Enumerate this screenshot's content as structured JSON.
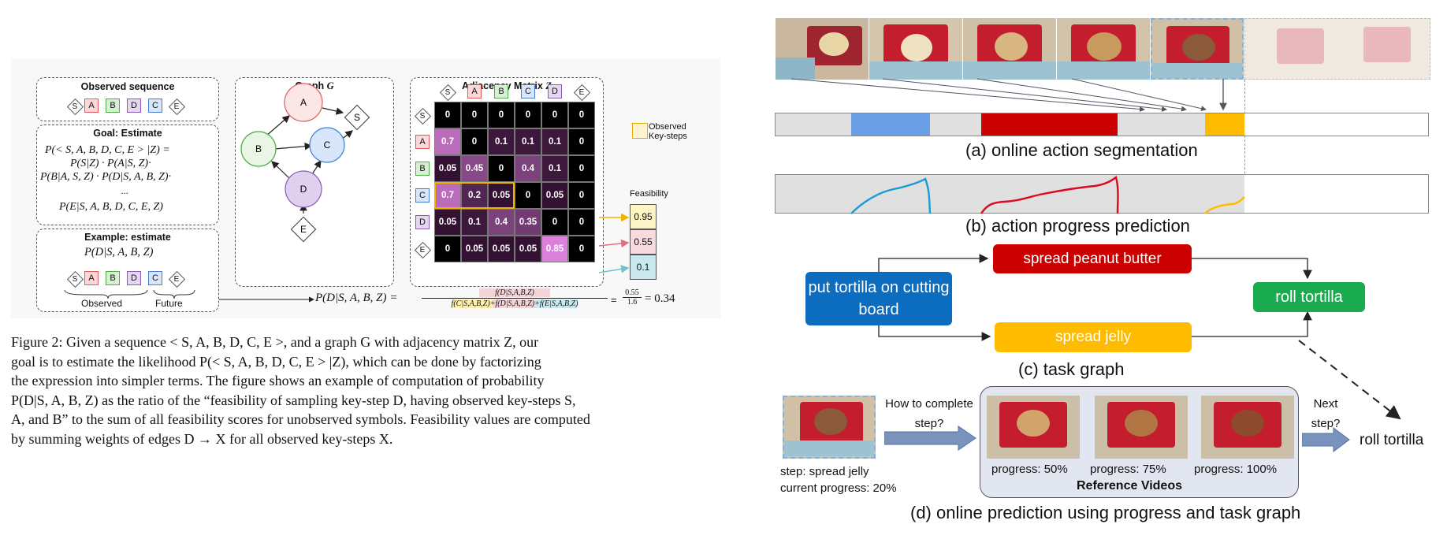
{
  "left_figure": {
    "observed_panel": {
      "title": "Observed sequence",
      "symbols": [
        "S",
        "A",
        "B",
        "D",
        "C",
        "E"
      ]
    },
    "goal_panel": {
      "title": "Goal: Estimate",
      "eq_lines": [
        "P(< S, A, B, D, C, E > |Z) =",
        "P(S|Z) · P(A|S, Z)·",
        "P(B|A, S, Z) · P(D|S, A, B, Z)·",
        "...",
        "P(E|S, A, B, D, C, E, Z)"
      ]
    },
    "example_panel": {
      "title": "Example: estimate",
      "eq": "P(D|S, A, B, Z)",
      "symbols": [
        "S",
        "A",
        "B",
        "D",
        "C",
        "E"
      ],
      "observed_label": "Observed",
      "future_label": "Future"
    },
    "graph_panel": {
      "title": "Graph ",
      "title_var": "G",
      "nodes": [
        "A",
        "B",
        "C",
        "D",
        "E",
        "S"
      ]
    },
    "matrix_panel": {
      "title": "Adjacency Matrix ",
      "title_var": "Z",
      "col_headers": [
        "S",
        "A",
        "B",
        "C",
        "D",
        "E"
      ],
      "row_headers": [
        "S",
        "A",
        "B",
        "C",
        "D",
        "E"
      ],
      "rows": [
        [
          "0",
          "0",
          "0",
          "0",
          "0",
          "0"
        ],
        [
          "0.7",
          "0",
          "0.1",
          "0.1",
          "0.1",
          "0"
        ],
        [
          "0.05",
          "0.45",
          "0",
          "0.4",
          "0.1",
          "0"
        ],
        [
          "0.7",
          "0.2",
          "0.05",
          "0",
          "0.05",
          "0"
        ],
        [
          "0.05",
          "0.1",
          "0.4",
          "0.35",
          "0",
          "0"
        ],
        [
          "0",
          "0.05",
          "0.05",
          "0.05",
          "0.85",
          "0"
        ]
      ],
      "legend": "Observed Key-steps"
    },
    "feasibility": {
      "title": "Feasibility",
      "values": [
        "0.95",
        "0.55",
        "0.1"
      ]
    },
    "formula": {
      "lhs": "P(D|S, A, B, Z) =",
      "numerator": "f(D|S,A,B,Z)",
      "denominator": "f(C|S,A,B,Z)+f(D|S,A,B,Z)+f(E|S,A,B,Z)",
      "ratio_num": "0.55",
      "ratio_den": "1.6",
      "result": "= 0.34"
    },
    "caption_lines": [
      "Figure 2: Given a sequence < S, A, B, D, C, E >, and a graph G with adjacency matrix Z, our",
      "goal is to estimate the likelihood P(< S, A, B, D, C, E > |Z), which can be done by factorizing",
      "the expression into simpler terms.  The figure shows an example of computation of probability",
      "P(D|S, A, B, Z) as the ratio of the “feasibility of sampling key-step D, having observed key-steps S,",
      "A, and B” to the sum of all feasibility scores for unobserved symbols. Feasibility values are computed",
      "by summing weights of edges D → X for all observed key-steps X."
    ]
  },
  "right_figure": {
    "label_a": "(a)   online action segmentation",
    "label_b": "(b)   action progress prediction",
    "label_c": "(c)   task graph",
    "label_d": "(d)   online prediction using progress and task graph",
    "colors": {
      "blue": "#6a9fe6",
      "red": "#cc0000",
      "yellow": "#ffbb00",
      "green": "#1aab4e",
      "node_blue": "#0b6cc0",
      "progress_line_blue": "#1a9ad6"
    },
    "task_nodes": {
      "put": "put tortilla on cutting board",
      "peanut": "spread peanut butter",
      "jelly": "spread jelly",
      "roll": "roll tortilla"
    },
    "step_caption": "step: spread jelly",
    "current_progress": "current progress: 20%",
    "how_label": "How to complete step?",
    "next_label": "Next step?",
    "roll_text": "roll tortilla",
    "ref_progress": [
      "progress: 50%",
      "progress: 75%",
      "progress: 100%"
    ],
    "ref_title": "Reference Videos"
  }
}
